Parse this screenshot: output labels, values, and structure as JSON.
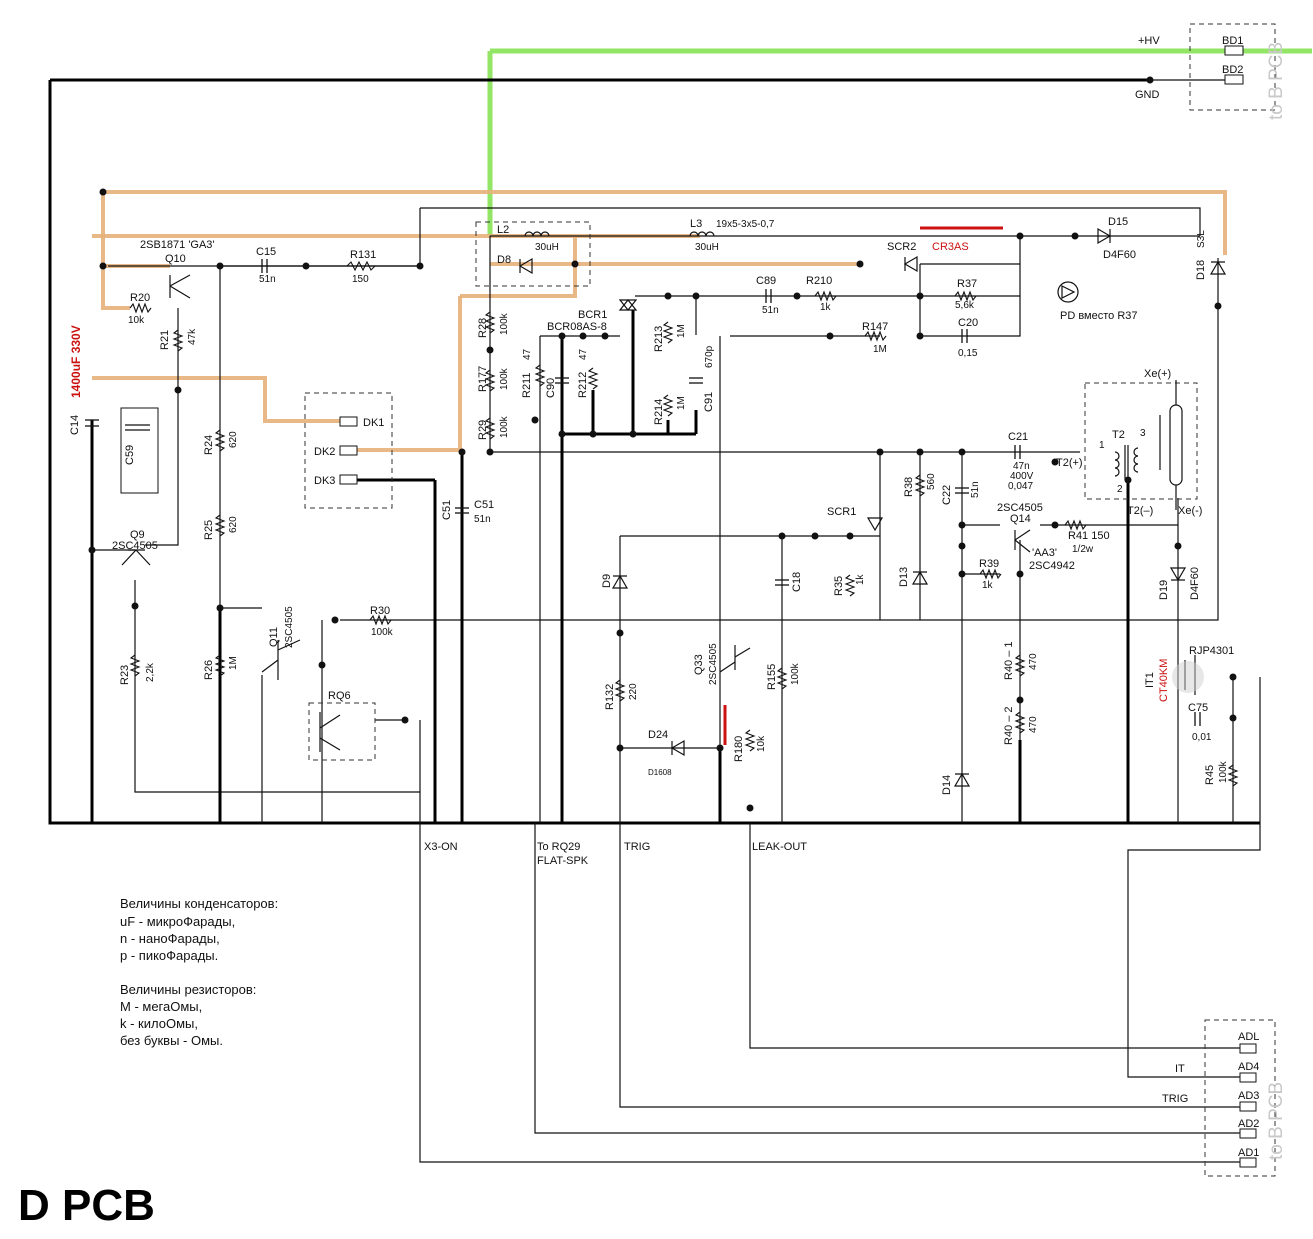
{
  "board_title": "D PCB",
  "side_label": "to B PCB",
  "connector_top": {
    "pins": [
      "BD1",
      "BD2"
    ],
    "nets": [
      "+HV",
      "GND"
    ]
  },
  "connector_bottom": {
    "pins": [
      "ADL",
      "AD4",
      "AD3",
      "AD2",
      "AD1"
    ],
    "nets": [
      "IT",
      "TRIG"
    ]
  },
  "dk_pins": [
    "DK1",
    "DK2",
    "DK3"
  ],
  "bus_labels": [
    "X3-ON",
    "To RQ29",
    "FLAT-SPK",
    "TRIG",
    "LEAK-OUT"
  ],
  "annotations": {
    "cap_note": "1400uF 330V",
    "scr_note": "CR3AS",
    "igbt_note": "CT40KM",
    "pd_note": "PD вместо R37"
  },
  "components": {
    "Q10": [
      "Q10",
      "2SB1871 'GA3'"
    ],
    "C15": [
      "C15",
      "51n"
    ],
    "R131": [
      "R131",
      "150"
    ],
    "R20": [
      "R20",
      "10k"
    ],
    "R21": [
      "R21",
      "47k"
    ],
    "C14": "C14",
    "C59": "C59",
    "Q9": [
      "Q9",
      "2SC4505"
    ],
    "R24": [
      "R24",
      "620"
    ],
    "R25": [
      "R25",
      "620"
    ],
    "R23": [
      "R23",
      "2,2k"
    ],
    "R26": [
      "R26",
      "1M"
    ],
    "Q11": [
      "Q11",
      "2SC4505"
    ],
    "R30": [
      "R30",
      "100k"
    ],
    "RQ6": "RQ6",
    "C51": [
      "C51",
      "C51",
      "51n"
    ],
    "L2": [
      "L2",
      "30uH"
    ],
    "D8": "D8",
    "L3": [
      "L3",
      "19x5-3x5-0,7",
      "30uH"
    ],
    "R28": [
      "R28",
      "100k"
    ],
    "R177": [
      "R177",
      "100k"
    ],
    "R29": [
      "R29",
      "100k"
    ],
    "R211": [
      "R211",
      "47"
    ],
    "C90": "C90",
    "R212": [
      "R212",
      "47"
    ],
    "BCR1": [
      "BCR1",
      "BCR08AS-8"
    ],
    "R213": [
      "R213",
      "1M"
    ],
    "R214": [
      "R214",
      "1M"
    ],
    "C91": [
      "C91",
      "670p"
    ],
    "C89": [
      "C89",
      "51n"
    ],
    "R210": [
      "R210",
      "1k"
    ],
    "R147": [
      "R147",
      "1M"
    ],
    "C20": [
      "C20",
      "0,15"
    ],
    "SCR2": "SCR2",
    "R37": [
      "R37",
      "5,6k"
    ],
    "D15": [
      "D15",
      "D4F60"
    ],
    "D18": [
      "D18",
      "S3L"
    ],
    "C21": [
      "C21",
      "47n",
      "400V",
      "0,047"
    ],
    "T2": [
      "T2",
      "T2(+)",
      "T2(–)",
      "1",
      "2",
      "3"
    ],
    "Xe": [
      "Xe(+)",
      "Xe(-)"
    ],
    "R38": [
      "R38",
      "560"
    ],
    "C22": [
      "C22",
      "51n"
    ],
    "SCR1": "SCR1",
    "D13": "D13",
    "C18": "C18",
    "R35": [
      "R35",
      "1k"
    ],
    "Q14": [
      "2SC4505",
      "Q14",
      "'AA3'",
      "2SC4942"
    ],
    "R41": [
      "R41 150",
      "1/2w"
    ],
    "R39": [
      "R39",
      "1k"
    ],
    "D19": [
      "D19",
      "D4F60"
    ],
    "IT1": [
      "IT1",
      "RJP4301"
    ],
    "C75": [
      "C75",
      "0,01"
    ],
    "R45": [
      "R45",
      "100k"
    ],
    "D9": "D9",
    "R132": [
      "R132",
      "220"
    ],
    "D24": [
      "D24",
      "D1608"
    ],
    "Q33": [
      "Q33",
      "2SC4505"
    ],
    "R180": [
      "R180",
      "10k"
    ],
    "R155": [
      "R155",
      "100k"
    ],
    "R40_1": [
      "R40 – 1",
      "470"
    ],
    "R40_2": [
      "R40 – 2",
      "470"
    ],
    "D14": "D14"
  },
  "legend": [
    "Величины конденсаторов:",
    "uF  - микроФарады,",
    "n    - наноФарады,",
    "p    - пикоФарады.",
    "Величины резисторов:",
    "M - мегаОмы,",
    "k  - килоОмы,",
    "без буквы -  Омы."
  ],
  "colors": {
    "hv_trace": "#7fe04a",
    "highlight_trace": "#e7b07a",
    "accent": "#cc1111"
  }
}
